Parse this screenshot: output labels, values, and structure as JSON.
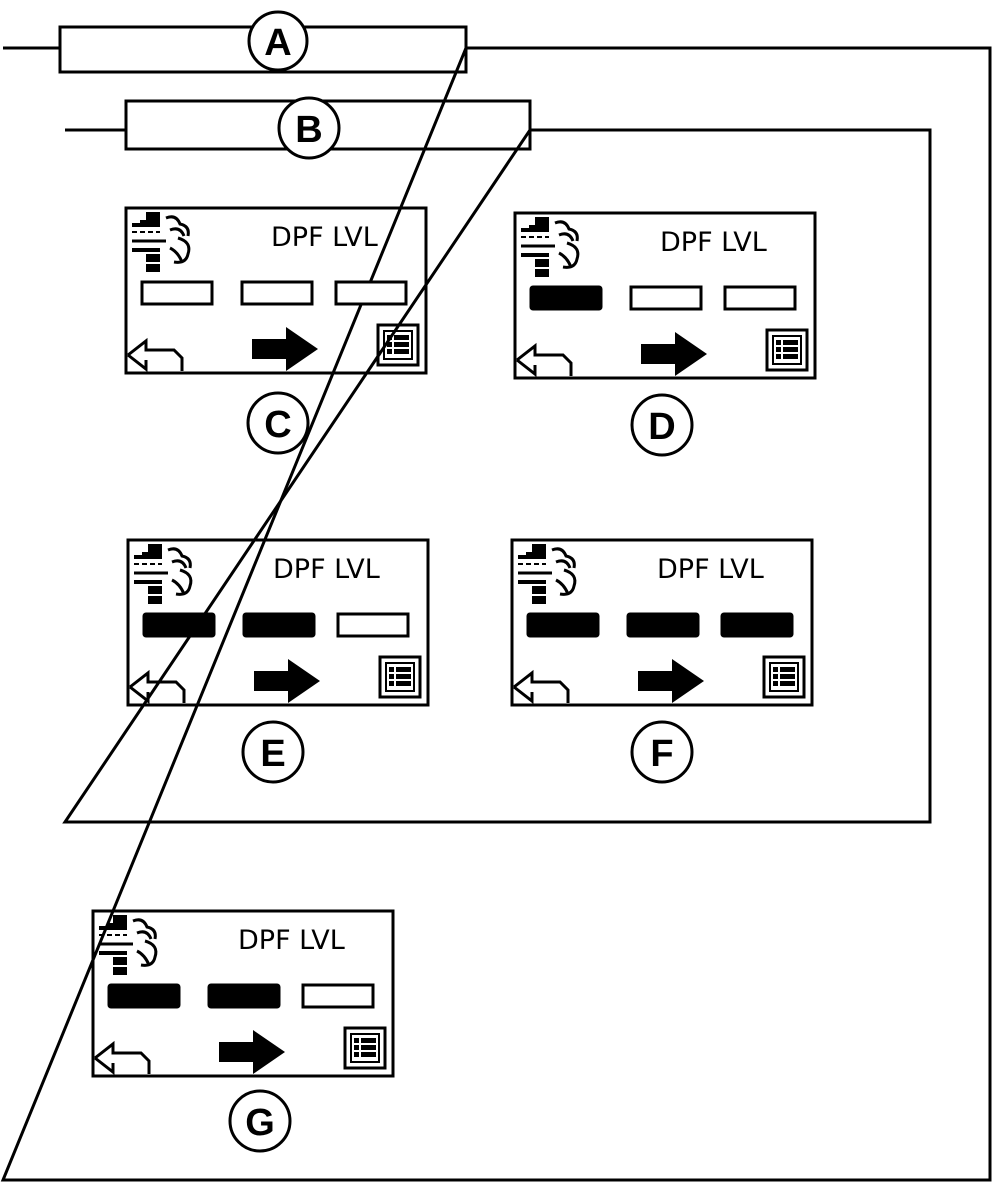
{
  "colors": {
    "stroke": "#000000",
    "background": "#ffffff",
    "segment_filled": "#000000",
    "segment_empty": "#ffffff"
  },
  "frames": {
    "outer": {
      "label": "A"
    },
    "inner": {
      "label": "B"
    }
  },
  "screens": [
    {
      "id": "C",
      "label": "C",
      "title": "DPF LVL",
      "segments_filled": 0,
      "segments_total": 3,
      "icons": [
        "dpf-filter-icon",
        "back-arrow-icon",
        "forward-arrow-icon",
        "menu-list-icon"
      ]
    },
    {
      "id": "D",
      "label": "D",
      "title": "DPF LVL",
      "segments_filled": 1,
      "segments_total": 3,
      "icons": [
        "dpf-filter-icon",
        "back-arrow-icon",
        "forward-arrow-icon",
        "menu-list-icon"
      ]
    },
    {
      "id": "E",
      "label": "E",
      "title": "DPF LVL",
      "segments_filled": 2,
      "segments_total": 3,
      "icons": [
        "dpf-filter-icon",
        "back-arrow-icon",
        "forward-arrow-icon",
        "menu-list-icon"
      ]
    },
    {
      "id": "F",
      "label": "F",
      "title": "DPF LVL",
      "segments_filled": 3,
      "segments_total": 3,
      "icons": [
        "dpf-filter-icon",
        "back-arrow-icon",
        "forward-arrow-icon",
        "menu-list-icon"
      ]
    },
    {
      "id": "G",
      "label": "G",
      "title": "DPF LVL",
      "segments_filled": 2,
      "segments_total": 3,
      "icons": [
        "dpf-filter-icon",
        "back-arrow-icon",
        "forward-arrow-icon",
        "menu-list-icon"
      ]
    }
  ]
}
